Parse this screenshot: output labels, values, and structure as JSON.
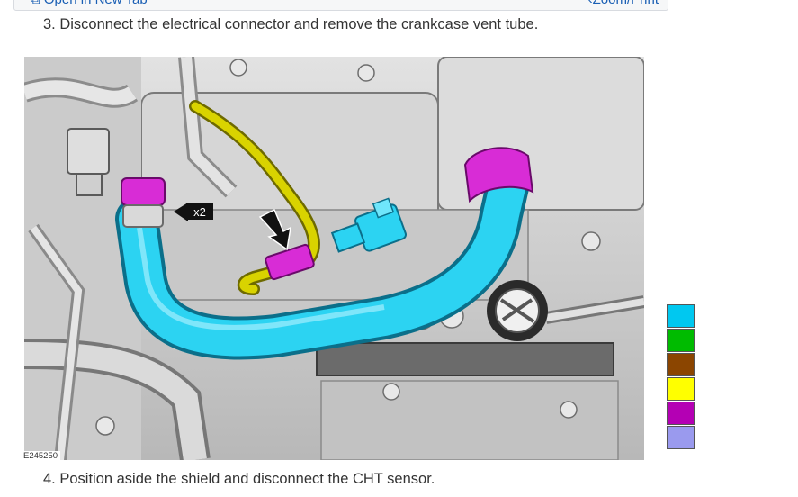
{
  "toolbar": {
    "open_label": "Open in New Tab",
    "zoom_label": "Zoom/Print",
    "open_icon": "external-link-icon",
    "zoom_icon": "chevron-left-icon"
  },
  "steps": [
    {
      "text": "3. Disconnect the electrical connector and remove the crankcase vent tube."
    },
    {
      "text": "4. Position aside the shield and disconnect the CHT sensor."
    }
  ],
  "figure": {
    "id": "E245250",
    "callout": "x2",
    "colors": {
      "vent_tube": "#2cd3f2",
      "clamps": "#d82cd6",
      "harness": "#d9d300",
      "engine": "#cfcfcf"
    }
  },
  "legend": {
    "swatches": [
      "#00c8f0",
      "#00bb00",
      "#8b4500",
      "#ffff00",
      "#b400b4",
      "#9a9aee"
    ]
  }
}
